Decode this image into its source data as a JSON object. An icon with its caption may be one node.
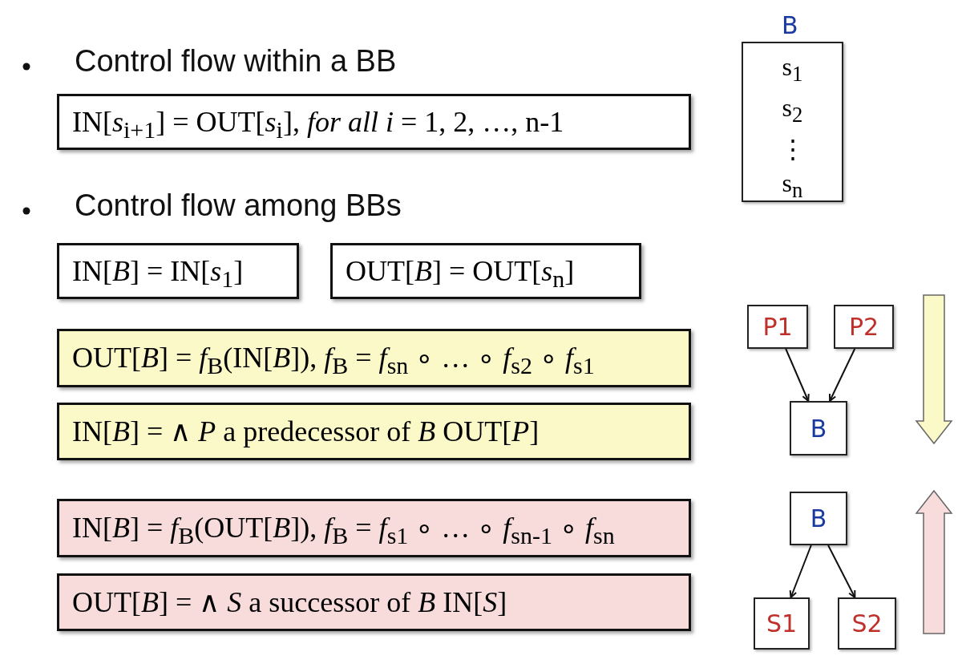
{
  "diagram": {
    "nodes": [
      {
        "text": [
          "IN[*s*$_{i+1}$] = OUT[*s*$_{i}$], *for all i* = 1, 2, …, n-1"
        ]
      },
      {
        "text": [
          "IN[*B*] = IN[*s*$_{1}$]"
        ]
      },
      {
        "text": [
          "OUT[*B*] = OUT[*s*$_{n}$]"
        ]
      },
      {
        "text": [
          "OUT[*B*] = *f*$_{B}$(IN[*B*]), *f*$_{B}$ = *f*$_{sn}$ ∘ … ∘ *f*$_{s2}$ ∘ *f*$_{s1}$"
        ]
      },
      {
        "text": [
          "IN[*B*] = ∧ *P* a predecessor of *B* OUT[*P*]"
        ]
      },
      {
        "text": [
          "IN[*B*] = *f*$_{B}$(OUT[*B*]), *f*$_{B}$ = *f*$_{s1}$ ∘ … ∘ *f*$_{sn-1}$ ∘ *f*$_{sn}$"
        ]
      },
      {
        "text": [
          "OUT[*B*] = ∧ *S* a successor of *B* IN[*S*]"
        ]
      },
      {
        "text": [
          "B",
          "s$_{1}$",
          "s$_{2}$",
          "⋮",
          "s$_{n}$"
        ]
      },
      {
        "text": [
          "P1"
        ]
      },
      {
        "text": [
          "P2"
        ]
      },
      {
        "text": [
          "B"
        ]
      },
      {
        "text": [
          "B"
        ]
      },
      {
        "text": [
          "S1"
        ]
      },
      {
        "text": [
          "S2"
        ]
      }
    ],
    "edges": [
      {
        "from": 8,
        "to": 10,
        "arrow": "to"
      },
      {
        "from": 9,
        "to": 10,
        "arrow": "to"
      },
      {
        "from": 11,
        "to": 12,
        "arrow": "to"
      },
      {
        "from": 11,
        "to": 13,
        "arrow": "to"
      }
    ],
    "labels": [
      "Control flow within a BB",
      "Control flow among BBs"
    ]
  }
}
